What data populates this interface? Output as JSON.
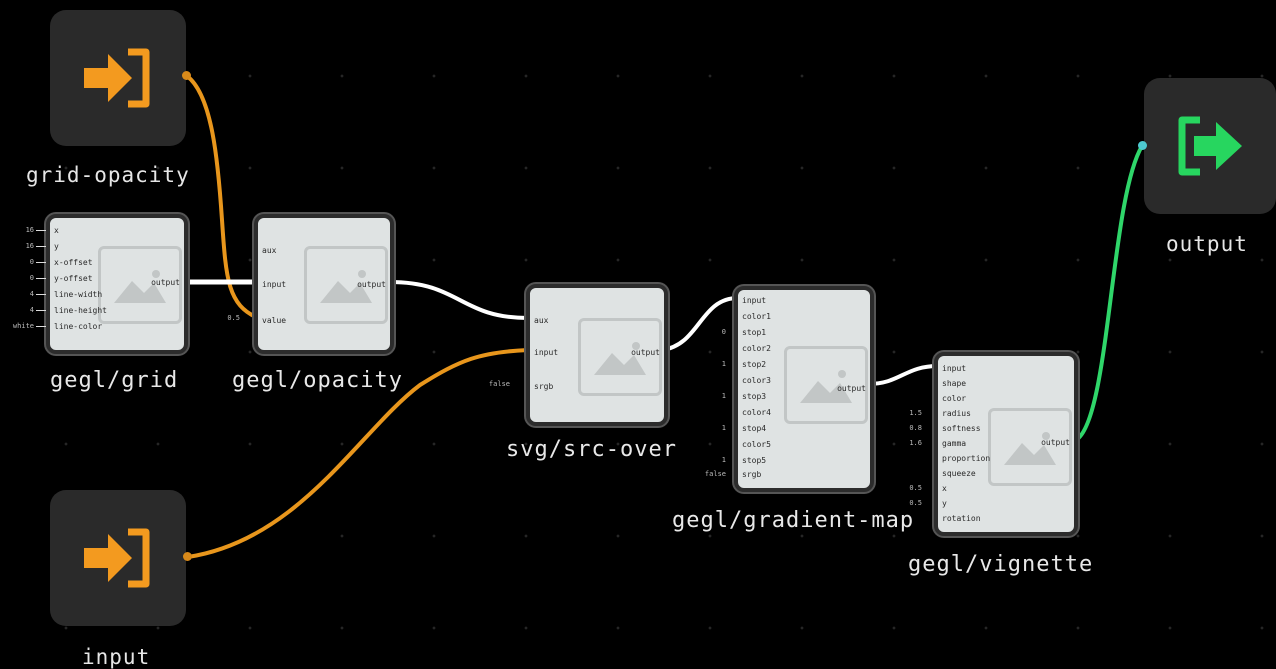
{
  "colors": {
    "background": "#000000",
    "wire_white": "#ffffff",
    "wire_orange": "#e8961c",
    "wire_green": "#2fd66a",
    "input_icon": "#f39a1f",
    "output_icon": "#27d65f",
    "node_fill": "#dfe3e3"
  },
  "io_nodes": {
    "grid_opacity": {
      "label": "grid-opacity",
      "icon": "input-arrow-icon"
    },
    "input": {
      "label": "input",
      "icon": "input-arrow-icon"
    },
    "output": {
      "label": "output",
      "icon": "output-arrow-icon"
    }
  },
  "nodes": {
    "grid": {
      "label": "gegl/grid",
      "inputs": [
        "x",
        "y",
        "x-offset",
        "y-offset",
        "line-width",
        "line-height",
        "line-color"
      ],
      "output": "output",
      "values": [
        "16",
        "16",
        "0",
        "0",
        "4",
        "4",
        "white"
      ]
    },
    "opacity": {
      "label": "gegl/opacity",
      "inputs": [
        "aux",
        "input",
        "value"
      ],
      "output": "output",
      "values": [
        "",
        "",
        "0.5"
      ]
    },
    "src_over": {
      "label": "svg/src-over",
      "inputs": [
        "aux",
        "input",
        "srgb"
      ],
      "output": "output",
      "values": [
        "",
        "",
        "false"
      ]
    },
    "gradient_map": {
      "label": "gegl/gradient-map",
      "inputs": [
        "input",
        "color1",
        "stop1",
        "color2",
        "stop2",
        "color3",
        "stop3",
        "color4",
        "stop4",
        "color5",
        "stop5",
        "srgb"
      ],
      "output": "output",
      "values": [
        "",
        "",
        "0",
        "",
        "1",
        "",
        "1",
        "",
        "1",
        "",
        "1",
        "false"
      ]
    },
    "vignette": {
      "label": "gegl/vignette",
      "inputs": [
        "input",
        "shape",
        "color",
        "radius",
        "softness",
        "gamma",
        "proportion",
        "squeeze",
        "x",
        "y",
        "rotation"
      ],
      "output": "output",
      "values": [
        "",
        "",
        "",
        "1.5",
        "0.8",
        "1.6",
        "",
        "",
        "0.5",
        "0.5",
        ""
      ]
    }
  }
}
